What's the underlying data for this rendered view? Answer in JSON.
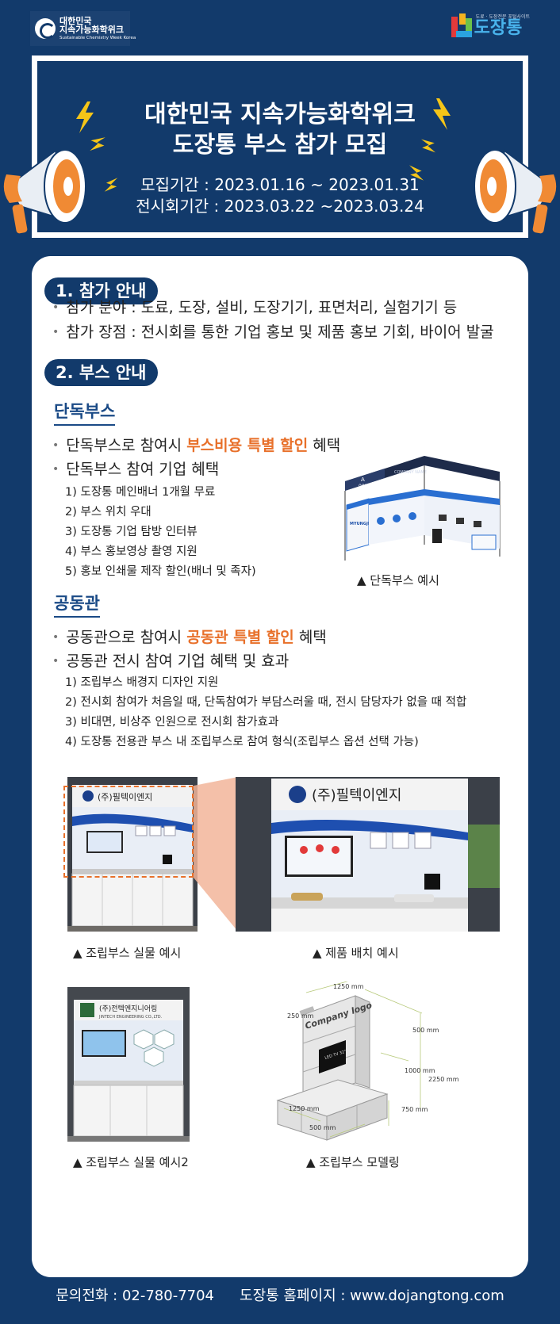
{
  "header": {
    "logo_left": {
      "line1": "대한민국",
      "line2": "지속가능화학위크",
      "line3": "Sustainable Chemistry Week Korea"
    },
    "logo_right": {
      "tagline": "도료 · 도장전문 포털사이트",
      "name": "도장통"
    }
  },
  "banner": {
    "title_line1": "대한민국 지속가능화학위크",
    "title_line2": "도장통 부스 참가 모집",
    "recruit_period": "모집기간 : 2023.01.16 ~ 2023.01.31",
    "exhibit_period": "전시회기간 : 2023.03.22 ~2023.03.24"
  },
  "section1": {
    "heading": "1. 참가 안내",
    "bullets": [
      "참가 분야 : 도료, 도장, 설비, 도장기기, 표면처리, 실험기기 등",
      "참가 장점 : 전시회를 통한 기업 홍보 및 제품 홍보 기회, 바이어 발굴"
    ]
  },
  "section2": {
    "heading": "2. 부스 안내",
    "single": {
      "title": "단독부스",
      "bullet1_pre": "단독부스로 참여시 ",
      "bullet1_hl": "부스비용 특별 할인",
      "bullet1_post": " 혜택",
      "bullet2": "단독부스 참여 기업 혜택",
      "items": [
        "1) 도장통 메인배너 1개월 무료",
        "2) 부스 위치 우대",
        "3) 도장통 기업 탐방 인터뷰",
        "4) 부스 홍보영상 촬영 지원",
        "5) 홍보 인쇄물 제작 할인(배너 및 족자)"
      ],
      "image_caption": "▲ 단독부스 예시",
      "booth_sign_a": "A",
      "booth_sign_num": "001",
      "booth_company": "COMPANY NAME",
      "booth_company_kr": "참가업체명",
      "booth_brand": "MYUNGJIN"
    },
    "joint": {
      "title": "공동관",
      "bullet1_pre": "공동관으로 참여시 ",
      "bullet1_hl": "공동관 특별 할인",
      "bullet1_post": " 혜택",
      "bullet2": "공동관 전시 참여 기업 혜택 및 효과",
      "items": [
        "1) 조립부스 배경지 디자인 지원",
        "2) 전시회 참여가 처음일 때, 단독참여가 부담스러울 때, 전시 담당자가 없을 때 적합",
        "3) 비대면, 비상주 인원으로 전시회 참가효과",
        "4) 도장통 전용관 부스 내 조립부스로 참여 형식(조립부스 옵션 선택 가능)"
      ]
    }
  },
  "gallery": {
    "cap1": "▲ 조립부스 실물 예시",
    "cap2": "▲ 제품 배치 예시",
    "cap3": "▲ 조립부스 실물 예시2",
    "cap4": "▲ 조립부스 모델링",
    "company1": "(주)필텍이엔지",
    "company2": "(주)전텍엔지니어링",
    "company2_en": "JINTECH ENGINEERING CO.,LTD.",
    "model_text": "Company logo",
    "model_screen": "LED TV 32\"",
    "dims": [
      "1250 mm",
      "250 mm",
      "500 mm",
      "1000 mm",
      "2250 mm",
      "750 mm",
      "1250 mm",
      "500 mm"
    ]
  },
  "footer": {
    "phone": "문의전화 : 02-780-7704",
    "homepage": "도장통 홈페이지 : www.dojangtong.com"
  },
  "colors": {
    "navy": "#123a6b",
    "accent": "#e8702a",
    "link_blue": "#1a4a86"
  }
}
